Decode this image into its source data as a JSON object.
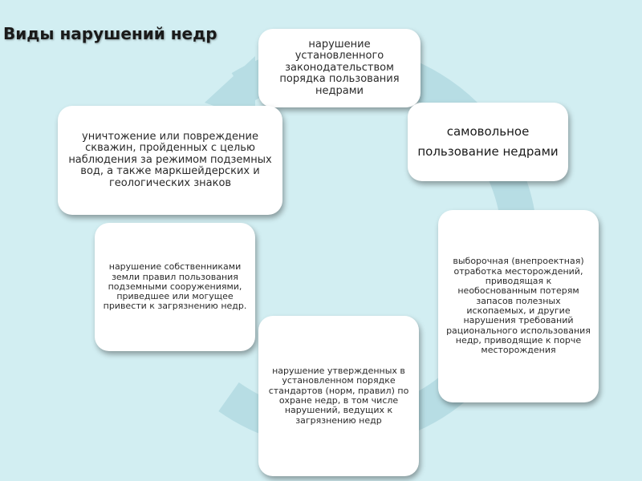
{
  "title": "Виды нарушений недр",
  "colors": {
    "background": "#d2eef2",
    "ring": "#b7dde4",
    "box": "#ffffff"
  },
  "items": [
    {
      "text": "нарушение установленного законодательством порядка пользования недрами"
    },
    {
      "text": "самовольное пользование недрами"
    },
    {
      "text": "выборочная (внепроектная) отработка месторождений, приводящая к необоснованным потерям запасов полезных ископаемых, и другие нарушения требований рационального использования недр, приводящие к порче месторождения"
    },
    {
      "text": "нарушение утвержденных в установленном порядке стандартов (норм, правил) по охране недр, в том числе нарушений, ведущих к загрязнению недр"
    },
    {
      "text": "нарушение собственниками земли правил пользования подземными сооружениями, приведшее или могущее привести к загрязнению недр."
    },
    {
      "text": "уничтожение или повреждение скважин, пройденных с целью наблюдения за режимом подземных вод, а также маркшейдерских и геологических знаков"
    }
  ]
}
